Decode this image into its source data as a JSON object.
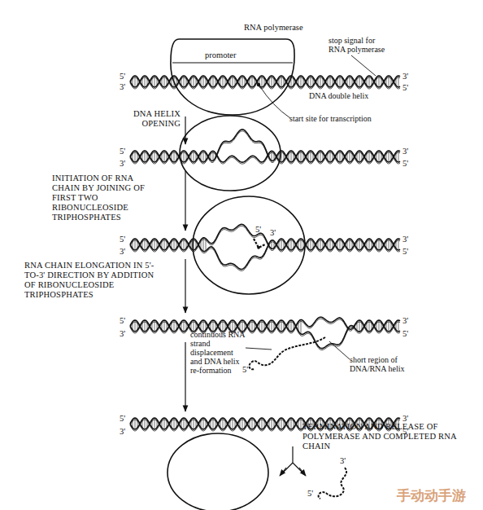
{
  "diagram": {
    "nodes": [
      {
        "text": [
          "RNA polymerase",
          "promoter"
        ]
      },
      {
        "text": [
          "5'",
          "3'"
        ]
      }
    ],
    "labels": [
      "stop signal for RNA polymerase",
      "5'",
      "3'",
      "3'",
      "5'",
      "DNA double helix",
      "start site for transcription",
      "DNA HELIX OPENING",
      "5'",
      "3'",
      "3'",
      "5'",
      "INITIATION OF RNA CHAIN BY JOINING OF FIRST TWO RIBONUCLEOSIDE TRIPHOSPHATES",
      "5'",
      "3'",
      "3'",
      "5'",
      "RNA CHAIN ELONGATION IN 5'-TO-3' DIRECTION BY ADDITION OF RIBONUCLEOSIDE TRIPHOSPHATES",
      "5'",
      "3'",
      "3'",
      "5'",
      "continuous RNA strand displacement and DNA helix re-formation",
      "5'",
      "short region of DNA/RNA helix",
      "5'",
      "3'",
      "3'",
      "5'",
      "TERMINATION AND RELEASE OF POLYMERASE AND COMPLETED RNA CHAIN",
      "3'",
      "5'",
      "手动动手游"
    ]
  }
}
